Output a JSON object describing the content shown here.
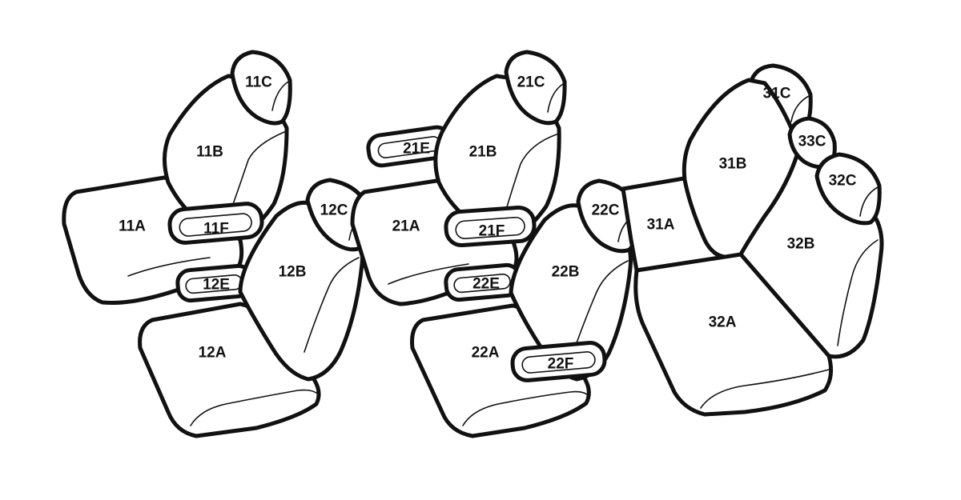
{
  "diagram": {
    "seat_rows": [
      {
        "row": "1",
        "parts": {
          "11A": "11A",
          "11B": "11B",
          "11C": "11C",
          "11F": "11F",
          "12A": "12A",
          "12B": "12B",
          "12C": "12C",
          "12E": "12E"
        }
      },
      {
        "row": "2",
        "parts": {
          "21A": "21A",
          "21B": "21B",
          "21C": "21C",
          "21E": "21E",
          "21F": "21F",
          "22A": "22A",
          "22B": "22B",
          "22C": "22C",
          "22E": "22E",
          "22F": "22F"
        }
      },
      {
        "row": "3",
        "parts": {
          "31A": "31A",
          "31B": "31B",
          "31C": "31C",
          "32A": "32A",
          "32B": "32B",
          "32C": "32C",
          "33C": "33C"
        }
      }
    ],
    "colors": {
      "line": "#111111",
      "fill": "#ffffff"
    }
  }
}
